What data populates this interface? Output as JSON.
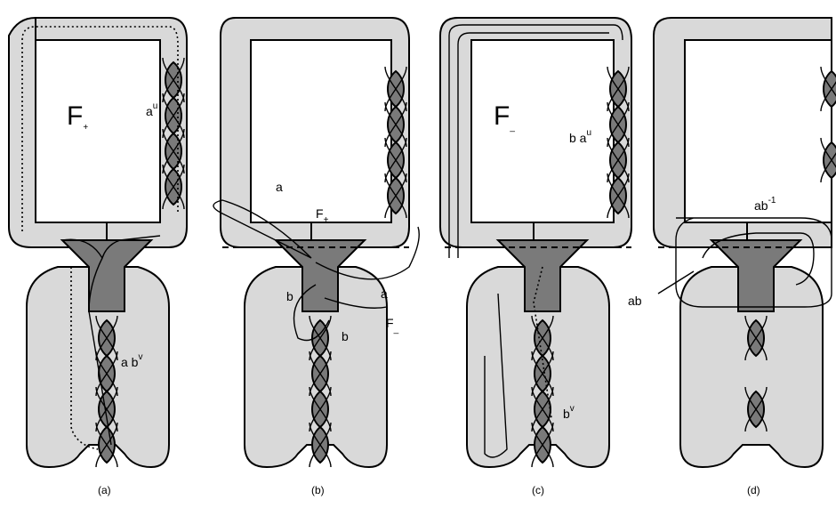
{
  "panels": [
    {
      "caption": "(a)",
      "surface_label": "F",
      "surface_sub": "+"
    },
    {
      "caption": "(b)"
    },
    {
      "caption": "(c)",
      "surface_label": "F",
      "surface_sub": "_"
    },
    {
      "caption": "(d)"
    }
  ],
  "labels": {
    "a_u": {
      "base": "a",
      "sup": "u"
    },
    "a_b_v": {
      "base": "a b",
      "sup": "v"
    },
    "b_a": "a",
    "b_F_plus": {
      "base": "F",
      "sub": "+"
    },
    "b_a2": "a",
    "b_b_left": "b",
    "b_b_right": "b",
    "b_F_minus": {
      "base": "F",
      "sub": "_"
    },
    "c_b_a_u": {
      "base": "b a",
      "sup": "u"
    },
    "c_b_v": {
      "base": "b",
      "sup": "v"
    },
    "d_ab_inv": {
      "base": "ab",
      "sup": "-1"
    },
    "d_ab": "ab"
  }
}
